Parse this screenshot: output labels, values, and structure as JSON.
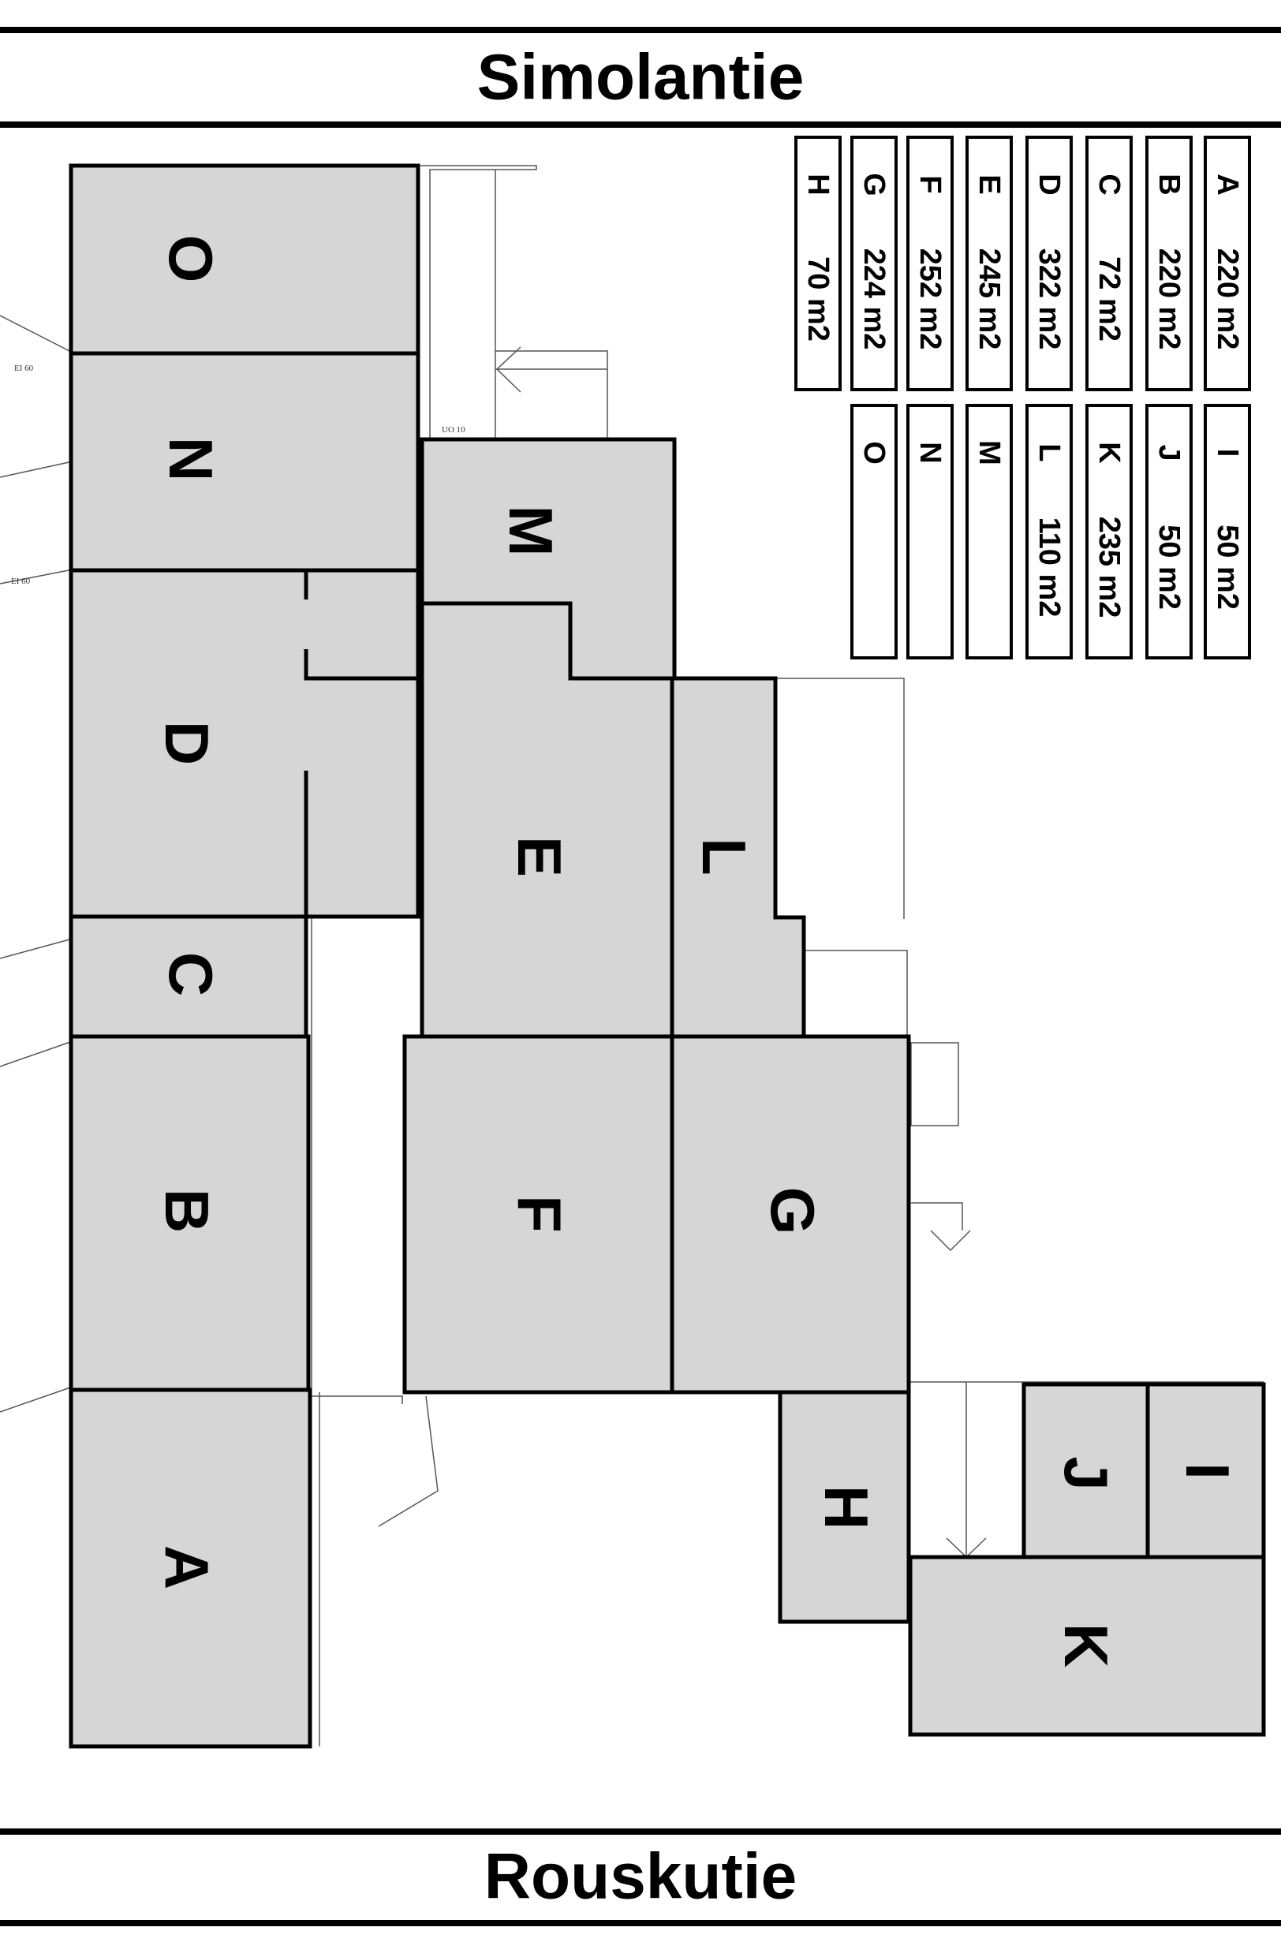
{
  "header": {
    "street_top": "Simolantie",
    "street_bottom": "Rouskutie"
  },
  "rooms": {
    "A": "A",
    "B": "B",
    "C": "C",
    "D": "D",
    "E": "E",
    "F": "F",
    "G": "G",
    "H": "H",
    "I": "I",
    "J": "J",
    "K": "K",
    "L": "L",
    "M": "M",
    "N": "N",
    "O": "O"
  },
  "legend": [
    {
      "letter": "A",
      "area": "220 m2"
    },
    {
      "letter": "B",
      "area": "220 m2"
    },
    {
      "letter": "C",
      "area": "72 m2"
    },
    {
      "letter": "D",
      "area": "322 m2"
    },
    {
      "letter": "E",
      "area": "245 m2"
    },
    {
      "letter": "F",
      "area": "252 m2"
    },
    {
      "letter": "G",
      "area": "224 m2"
    },
    {
      "letter": "H",
      "area": "70 m2"
    },
    {
      "letter": "I",
      "area": "50 m2"
    },
    {
      "letter": "J",
      "area": "50 m2"
    },
    {
      "letter": "K",
      "area": "235 m2"
    },
    {
      "letter": "L",
      "area": "110 m2"
    },
    {
      "letter": "M",
      "area": ""
    },
    {
      "letter": "N",
      "area": ""
    },
    {
      "letter": "O",
      "area": ""
    }
  ],
  "annotations": {
    "fire_rating": "EI 60",
    "door_rating": "UO 10"
  }
}
